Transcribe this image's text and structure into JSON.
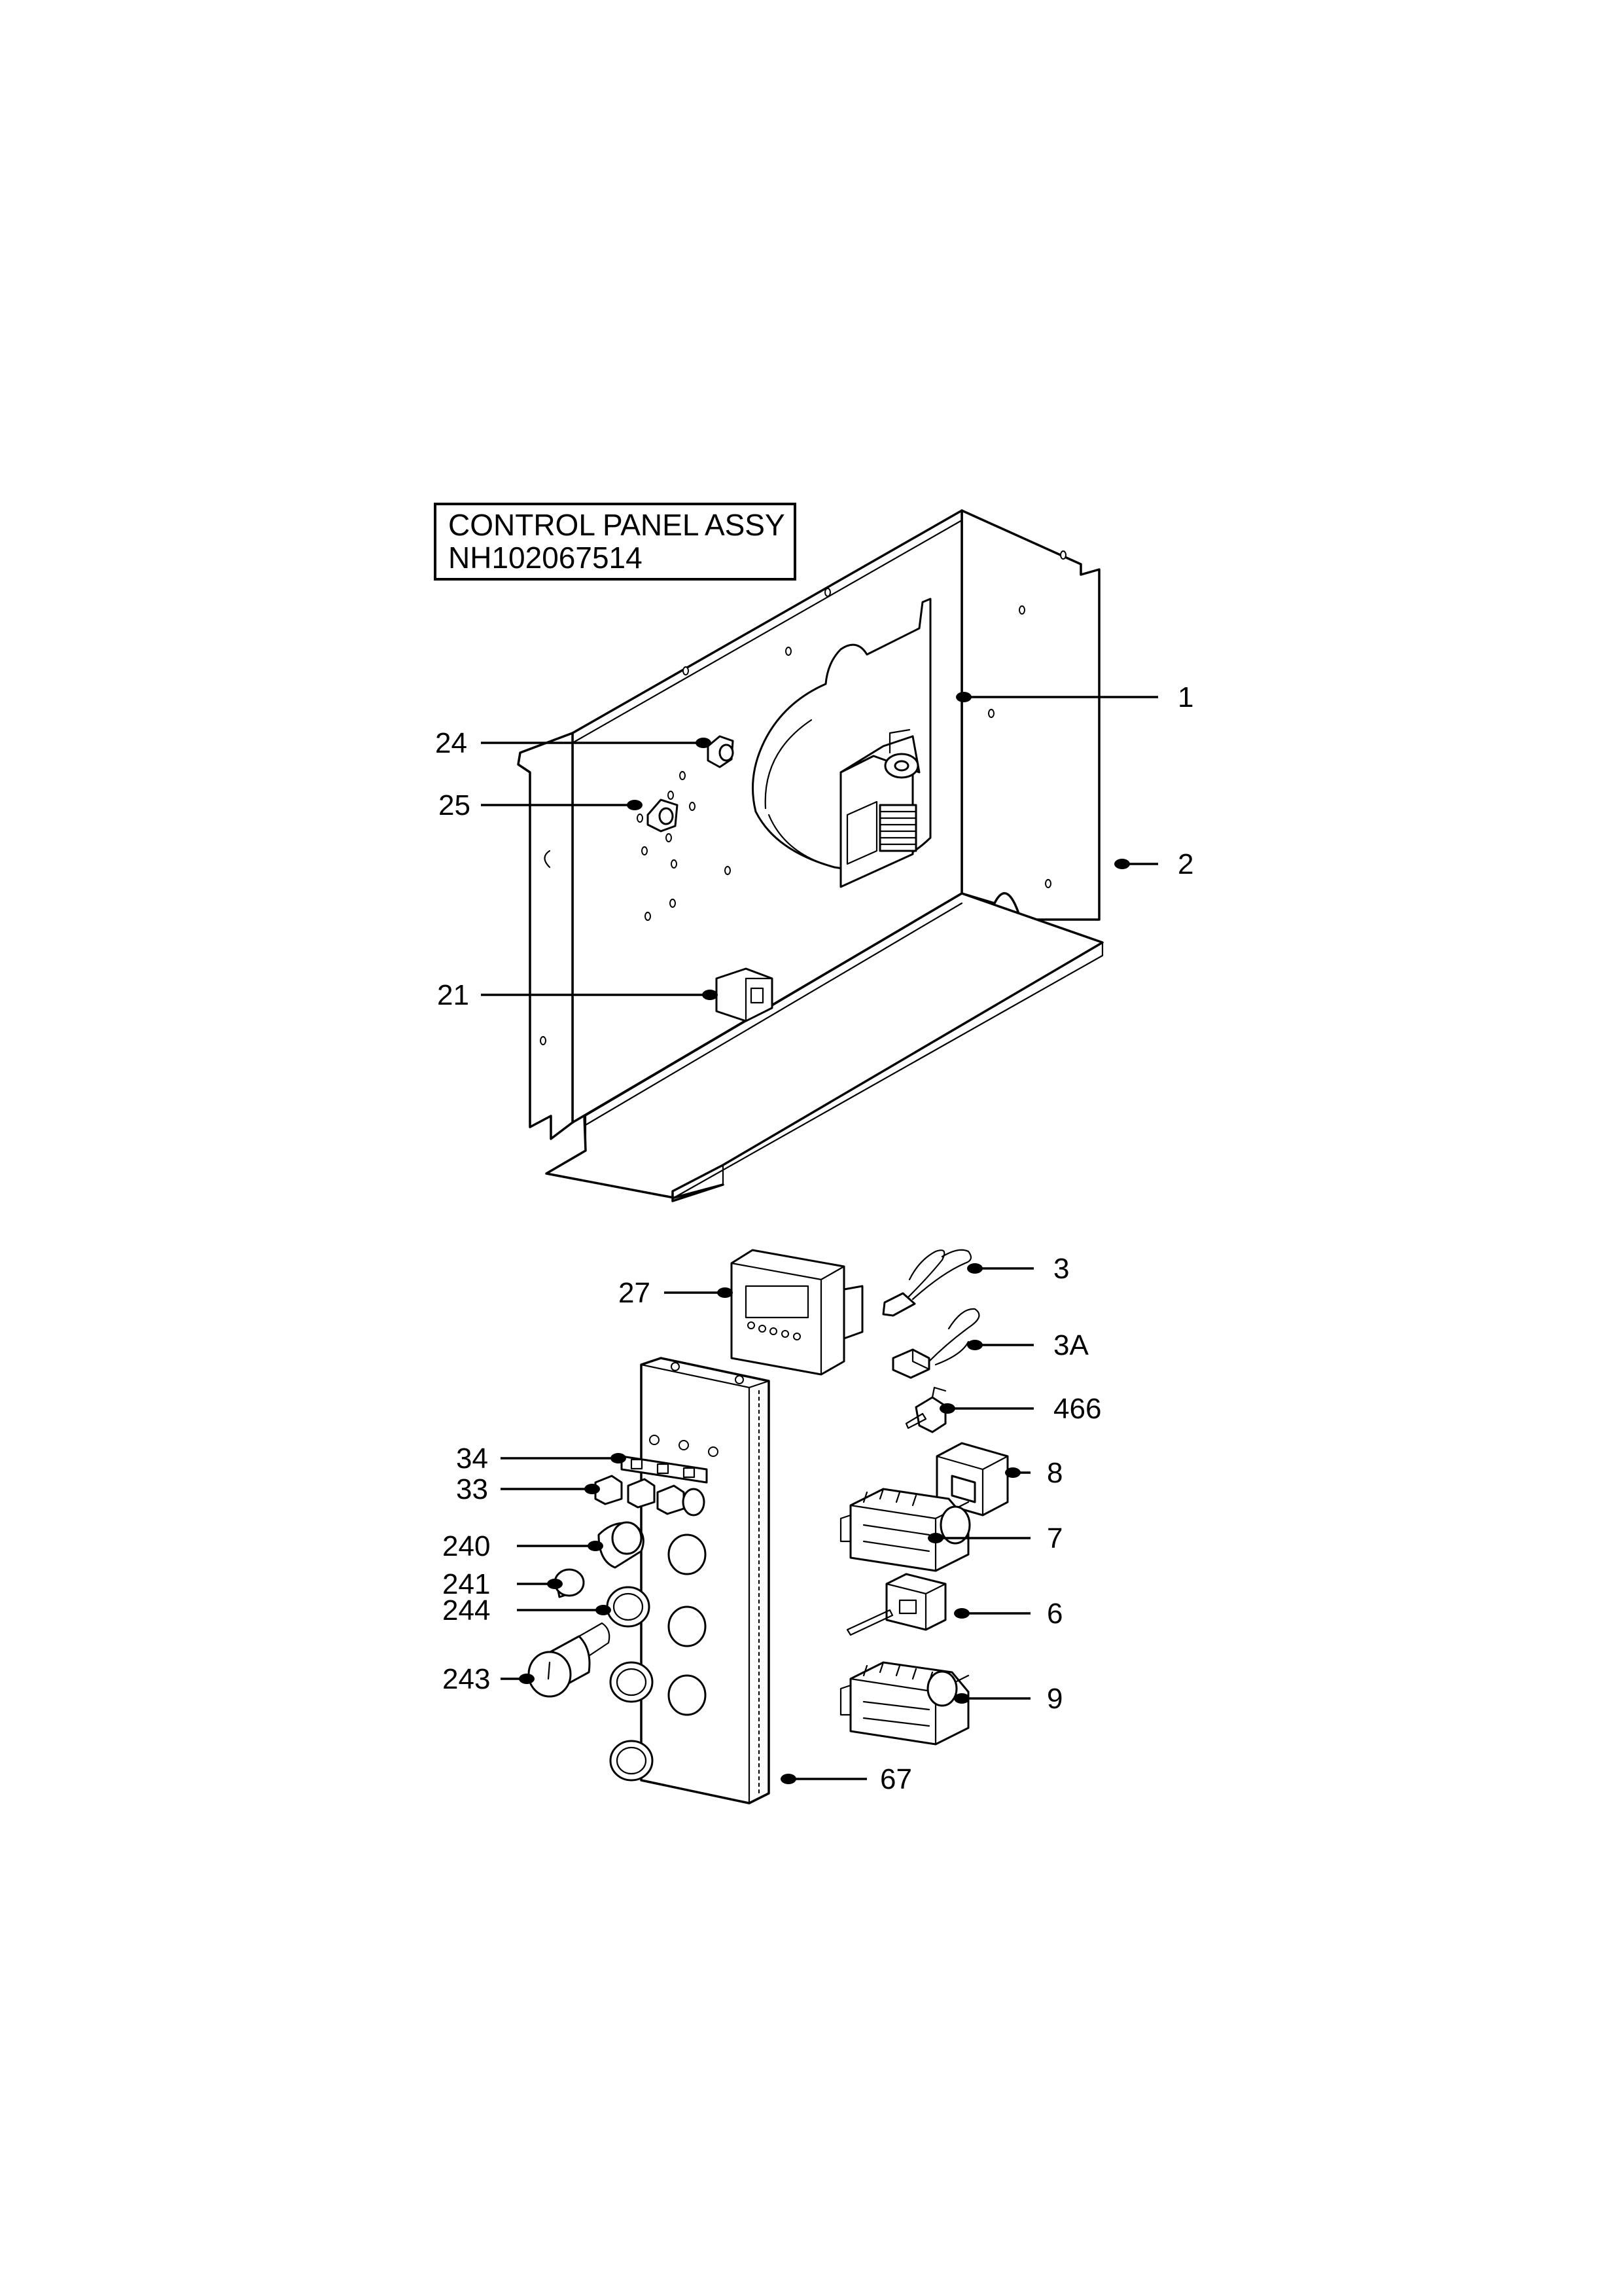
{
  "title": {
    "line1": "CONTROL PANEL ASSY",
    "line2": "NH102067514"
  },
  "callouts": [
    {
      "id": "1",
      "label": "1"
    },
    {
      "id": "2",
      "label": "2"
    },
    {
      "id": "24",
      "label": "24"
    },
    {
      "id": "25",
      "label": "25"
    },
    {
      "id": "21",
      "label": "21"
    },
    {
      "id": "27",
      "label": "27"
    },
    {
      "id": "3",
      "label": "3"
    },
    {
      "id": "3A",
      "label": "3A"
    },
    {
      "id": "466",
      "label": "466"
    },
    {
      "id": "8",
      "label": "8"
    },
    {
      "id": "7",
      "label": "7"
    },
    {
      "id": "6",
      "label": "6"
    },
    {
      "id": "9",
      "label": "9"
    },
    {
      "id": "67",
      "label": "67"
    },
    {
      "id": "34",
      "label": "34"
    },
    {
      "id": "33",
      "label": "33"
    },
    {
      "id": "240",
      "label": "240"
    },
    {
      "id": "241",
      "label": "241"
    },
    {
      "id": "244",
      "label": "244"
    },
    {
      "id": "243",
      "label": "243"
    }
  ]
}
